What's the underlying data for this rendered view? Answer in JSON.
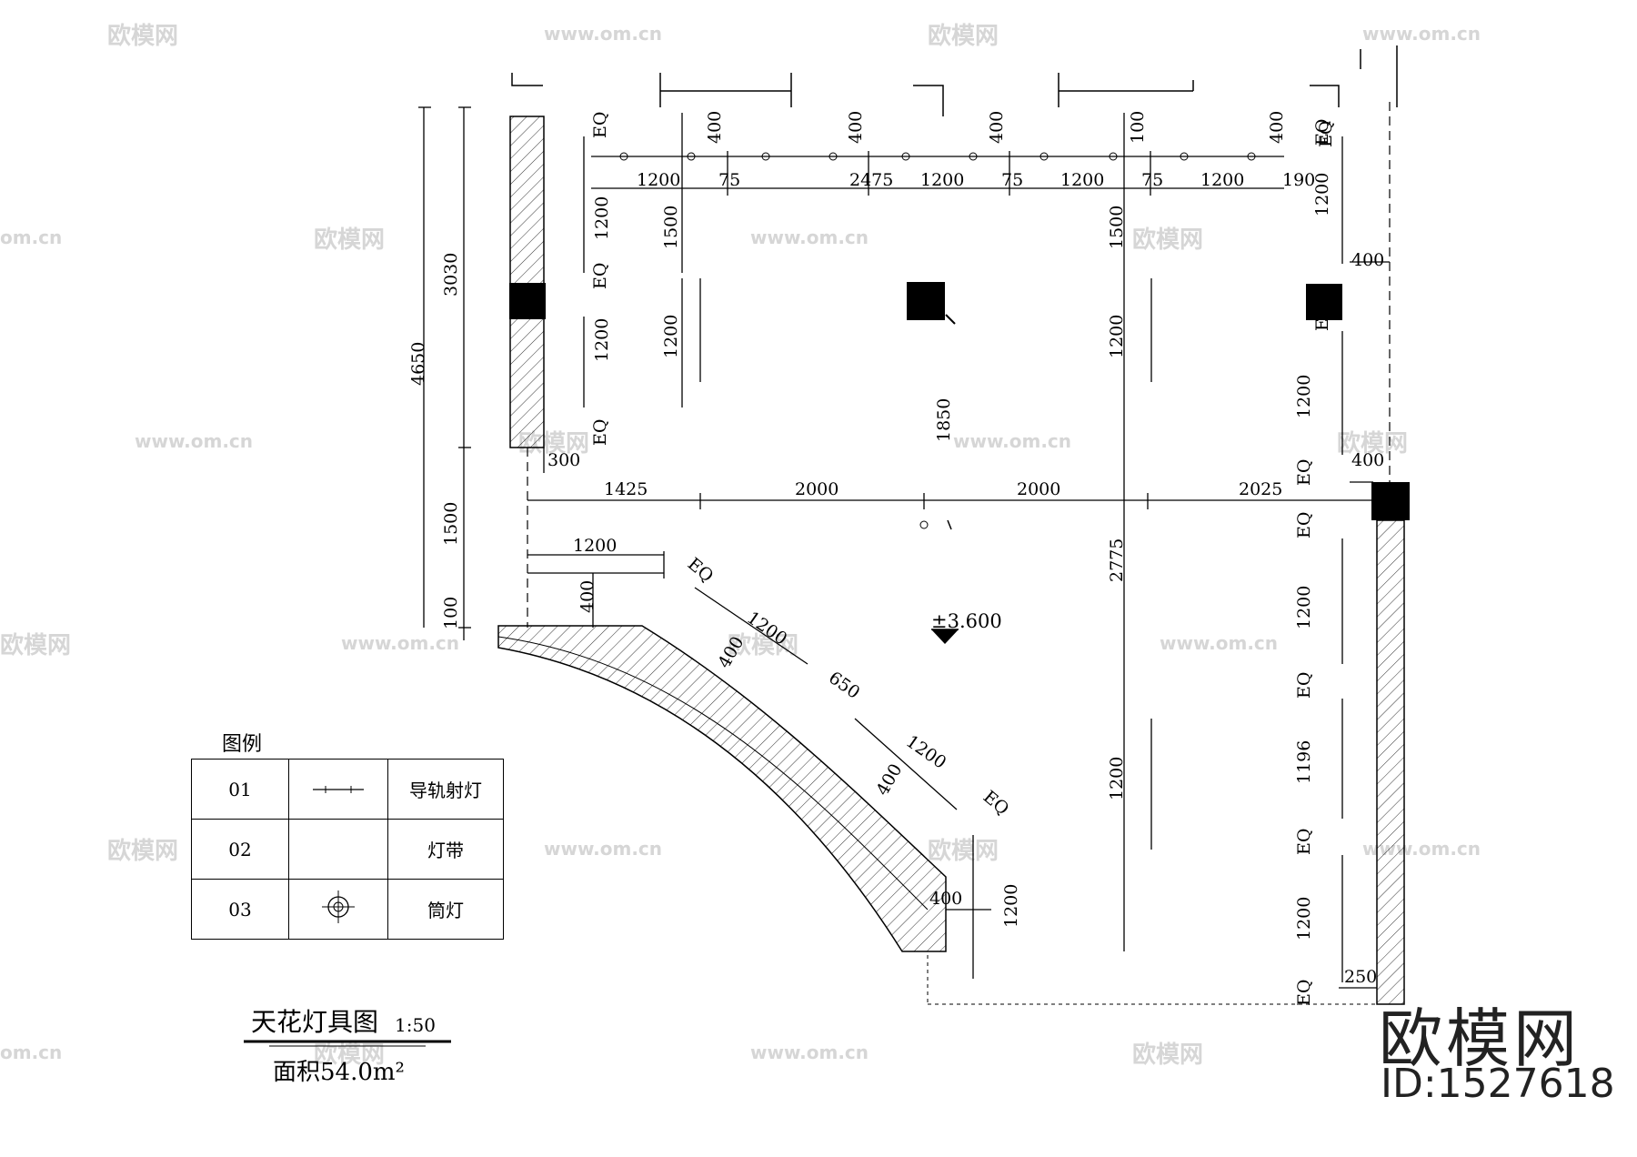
{
  "watermark": {
    "brand": "欧模网",
    "url": "www.om.cn",
    "url_short": "om.cn"
  },
  "top_row": {
    "widths": [
      "1200",
      "75",
      "2475",
      "1200",
      "75",
      "1200",
      "75",
      "1200",
      "190"
    ],
    "offsets": [
      "400",
      "400",
      "400",
      "100",
      "400"
    ],
    "eq": "EQ"
  },
  "left_dims": {
    "total": "4650",
    "upper": "3030",
    "lower": "1500",
    "small": "100"
  },
  "inner_left_dims": {
    "a": "1200",
    "b": "1200",
    "c": "1500",
    "d": "1200",
    "eq": "EQ"
  },
  "middle_row": {
    "gap": "300",
    "widths": [
      "1425",
      "2000",
      "2000",
      "2025"
    ]
  },
  "center_dims": {
    "v1850": "1850",
    "v2775": "2775",
    "v1500": "1500",
    "v1200a": "1200",
    "v1200b": "1200"
  },
  "right_dims": {
    "a": "1200",
    "b": "400",
    "c": "1200",
    "d": "400",
    "e": "1200",
    "f": "1196",
    "g": "1200",
    "h": "250",
    "eq": "EQ"
  },
  "curve_dims": {
    "top": "1200",
    "drop": "400",
    "d1": "1200",
    "d2": "400",
    "d3": "650",
    "d4": "1200",
    "d5": "400",
    "d6": "400",
    "d7": "1200",
    "eq": "EQ"
  },
  "level_mark": "±3.600",
  "legend": {
    "title": "图例",
    "rows": [
      {
        "code": "01",
        "name": "导轨射灯",
        "symbol": "track-light"
      },
      {
        "code": "02",
        "name": "灯带",
        "symbol": "light-strip"
      },
      {
        "code": "03",
        "name": "筒灯",
        "symbol": "downlight"
      }
    ]
  },
  "drawing_title": "天花灯具图",
  "scale": "1:50",
  "area": "面积54.0m²",
  "brand_logo": "欧模网",
  "brand_id": "ID:1527618"
}
